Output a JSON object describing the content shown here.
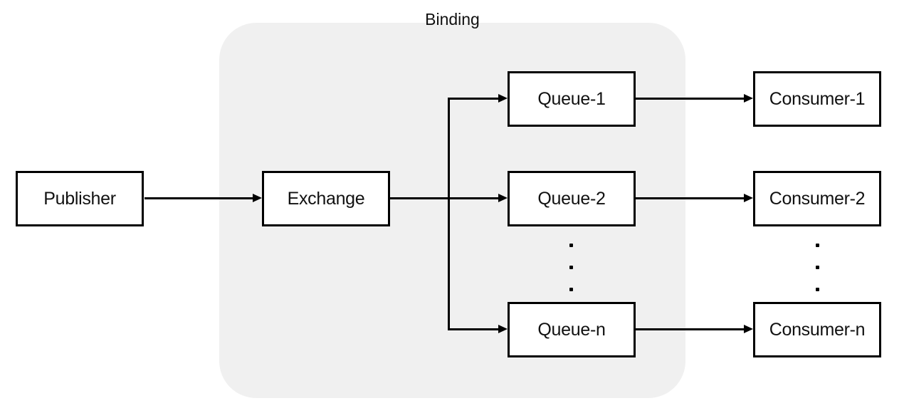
{
  "diagram": {
    "title": "Binding",
    "colors": {
      "background": "#ffffff",
      "binding_region": "#f0f0f0",
      "box_fill": "#ffffff",
      "box_border": "#000000",
      "arrow": "#000000",
      "text": "#111111"
    },
    "nodes": {
      "publisher": {
        "label": "Publisher"
      },
      "exchange": {
        "label": "Exchange"
      },
      "queue_1": {
        "label": "Queue-1"
      },
      "queue_2": {
        "label": "Queue-2"
      },
      "queue_n": {
        "label": "Queue-n"
      },
      "consumer_1": {
        "label": "Consumer-1"
      },
      "consumer_2": {
        "label": "Consumer-2"
      },
      "consumer_n": {
        "label": "Consumer-n"
      }
    },
    "edges": [
      {
        "from": "Publisher",
        "to": "Exchange"
      },
      {
        "from": "Exchange",
        "to": "Queue-1"
      },
      {
        "from": "Exchange",
        "to": "Queue-2"
      },
      {
        "from": "Exchange",
        "to": "Queue-n"
      },
      {
        "from": "Queue-1",
        "to": "Consumer-1"
      },
      {
        "from": "Queue-2",
        "to": "Consumer-2"
      },
      {
        "from": "Queue-n",
        "to": "Consumer-n"
      }
    ],
    "ellipsis": {
      "style": "three-vertical-dots",
      "count": 3
    }
  }
}
